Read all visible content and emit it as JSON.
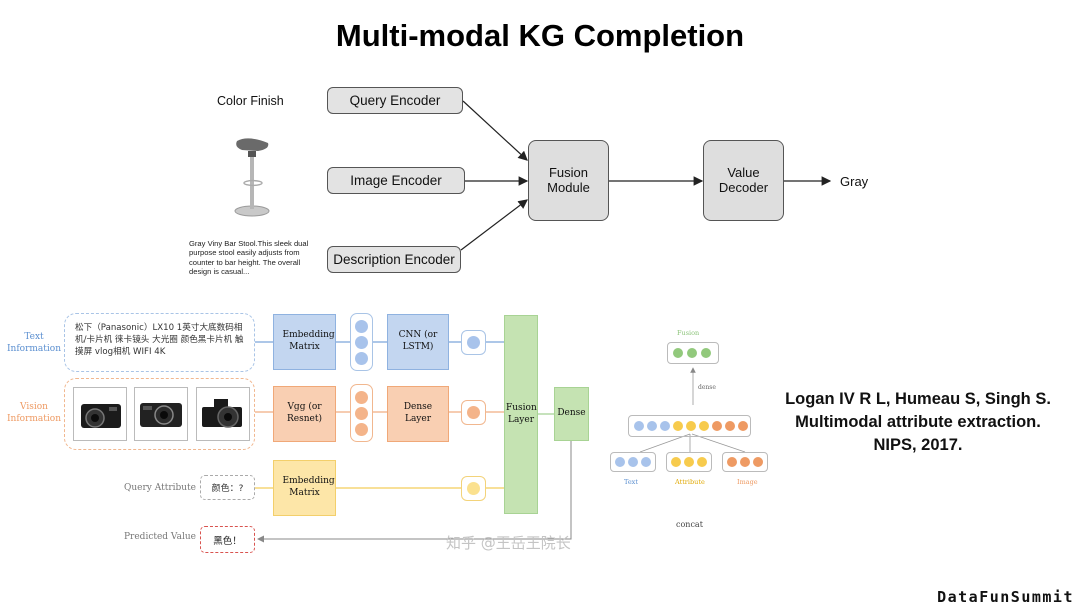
{
  "title": "Multi-modal KG Completion",
  "top_diagram": {
    "attribute_label": "Color Finish",
    "description_text": "Gray Viny Bar Stool.This sleek dual purpose stool easily adjusts from counter to bar height. The overall design is casual...",
    "query_encoder": "Query Encoder",
    "image_encoder": "Image Encoder",
    "description_encoder": "Description Encoder",
    "fusion_module": "Fusion Module",
    "value_decoder": "Value Decoder",
    "output_value": "Gray"
  },
  "bottom_diagram": {
    "text_information": "Text Information",
    "vision_information": "Vision Information",
    "query_attribute": "Query Attribute",
    "predicted_value": "Predicted Value",
    "product_text": "松下（Panasonic）LX10 1英寸大底数码相机/卡片机 徕卡镜头 大光圈 颜色黑卡片机 触摸屏 vlog相机 WIFI 4K",
    "embedding_matrix_1": "Embedding Matrix",
    "cnn": "CNN (or LSTM)",
    "vgg": "Vgg (or Resnet)",
    "dense_layer": "Dense Layer",
    "embedding_matrix_2": "Embedding Matrix",
    "fusion_layer": "Fusion Layer",
    "dense": "Dense",
    "query_input": "颜色：?",
    "predicted_output": "黑色！",
    "colors": {
      "text": "#5b8fd0",
      "vision": "#ee9a63",
      "query": "#f7cb4d",
      "fusion": "#b8dca0"
    }
  },
  "concat_diagram": {
    "fusion": "Fusion",
    "dense": "dense",
    "text": "Text",
    "attribute": "Attribute",
    "image": "Image",
    "concat": "concat"
  },
  "citation": "Logan IV R L, Humeau S, Singh S. Multimodal attribute extraction. NIPS, 2017.",
  "watermark": "知乎 @王岳王院长",
  "brand": "DataFunSummit"
}
